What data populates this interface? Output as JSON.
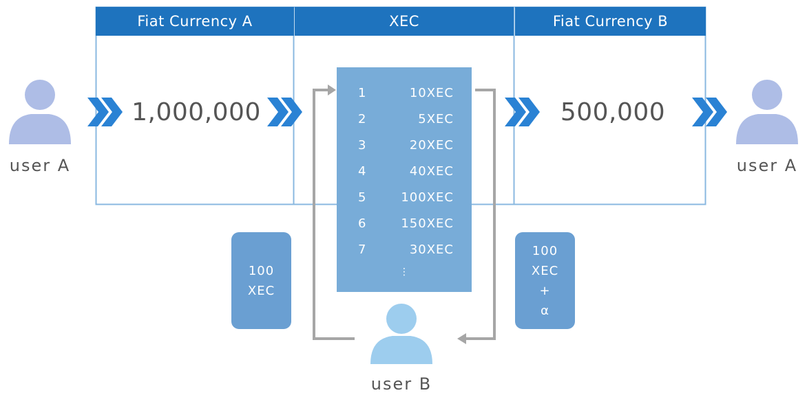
{
  "headers": {
    "fiat_a": "Fiat Currency A",
    "xec": "XEC",
    "fiat_b": "Fiat Currency B"
  },
  "amounts": {
    "fiat_a": "1,000,000",
    "fiat_b": "500,000"
  },
  "users": {
    "user_a_left": "user A",
    "user_a_right": "user A",
    "user_b": "user B"
  },
  "ledger": {
    "rows": [
      {
        "index": "1",
        "amount": "10XEC"
      },
      {
        "index": "2",
        "amount": "5XEC"
      },
      {
        "index": "3",
        "amount": "20XEC"
      },
      {
        "index": "4",
        "amount": "40XEC"
      },
      {
        "index": "5",
        "amount": "100XEC"
      },
      {
        "index": "6",
        "amount": "150XEC"
      },
      {
        "index": "7",
        "amount": "30XEC"
      }
    ],
    "ellipsis": "⋮"
  },
  "cards": {
    "left": {
      "line1": "100",
      "line2": "XEC"
    },
    "right": {
      "line1": "100",
      "line2": "XEC",
      "line3": "+",
      "line4": "α"
    }
  },
  "colors": {
    "header_blue": "#1e73be",
    "panel_border": "#8ab8e0",
    "chevron_blue": "#2a82d4",
    "ledger_blue": "#78acd8",
    "card_blue": "#6a9fd2",
    "user_a_icon": "#aebde6",
    "user_b_icon": "#9dcdee",
    "arrow_gray": "#a6a6a6"
  }
}
